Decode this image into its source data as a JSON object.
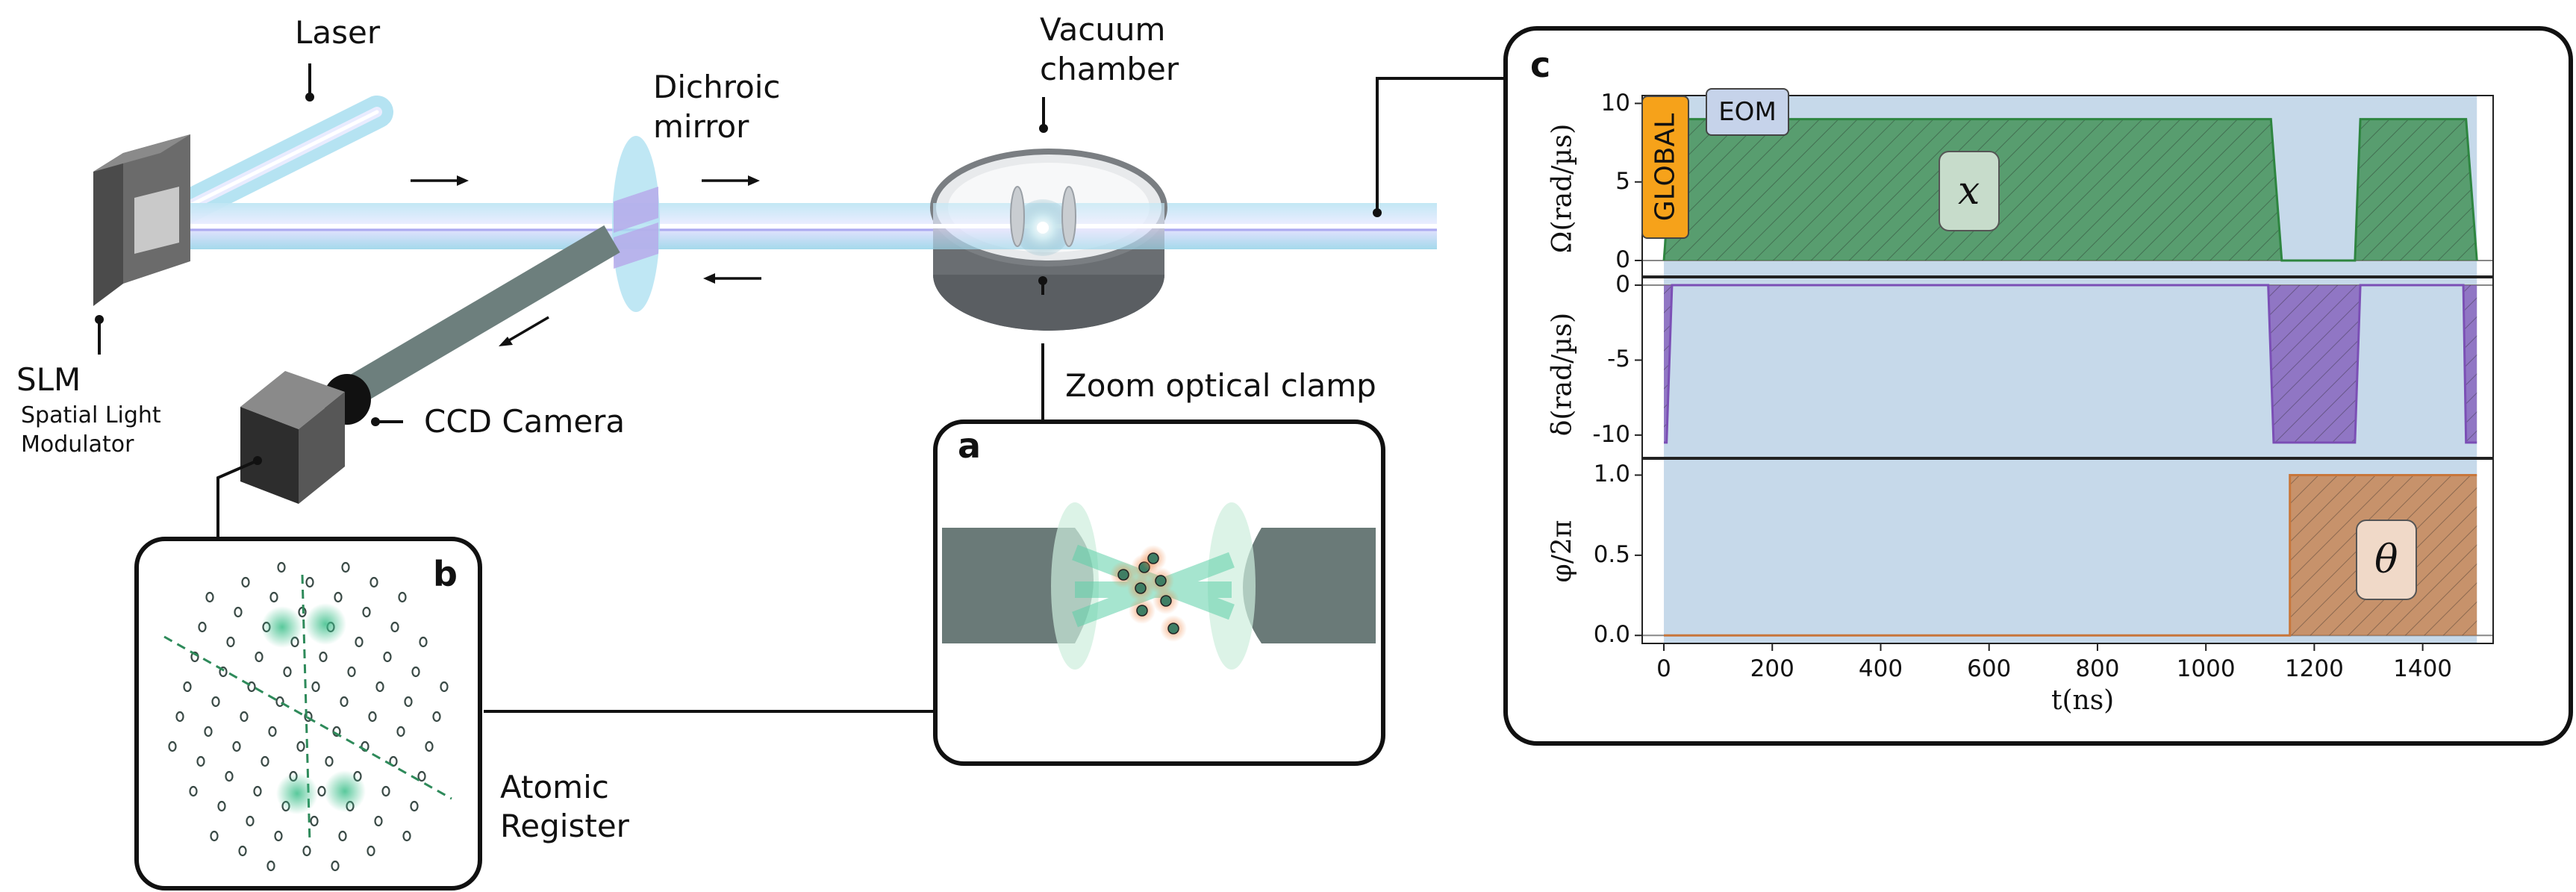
{
  "labels": {
    "laser": "Laser",
    "dichroic": [
      "Dichroic",
      "mirror"
    ],
    "vacuum": [
      "Vacuum",
      "chamber"
    ],
    "slm": "SLM",
    "slm_full": [
      "Spatial Light",
      "Modulator"
    ],
    "ccd": "CCD Camera",
    "zoom": "Zoom optical clamp",
    "atomic": [
      "Atomic",
      "Register"
    ]
  },
  "panels": {
    "a": "a",
    "b": "b",
    "c": "c"
  },
  "chart_data": {
    "type": "area",
    "channel": "GLOBAL",
    "modulation": "EOM",
    "xlabel": "t(ns)",
    "xlim": [
      -40,
      1530
    ],
    "xticks": [
      0,
      200,
      400,
      600,
      800,
      1000,
      1200,
      1400
    ],
    "subplots": [
      {
        "name": "omega",
        "ylabel": "Ω(rad/µs)",
        "ylim": [
          -1,
          10.5
        ],
        "yticks": [
          0,
          5,
          10
        ],
        "color": "#2e8540",
        "x": [
          0,
          20,
          1120,
          1140,
          1275,
          1285,
          1480,
          1500
        ],
        "y": [
          0,
          9,
          9,
          0,
          0,
          9,
          9,
          0
        ],
        "symbol": "x",
        "symbol_x": 560,
        "symbol_y": 4.5
      },
      {
        "name": "delta",
        "ylabel": "δ(rad/µs)",
        "ylim": [
          -11.5,
          0.5
        ],
        "yticks": [
          0,
          -5,
          -10
        ],
        "color": "#7b4fb5",
        "x": [
          0,
          5,
          15,
          1115,
          1125,
          1275,
          1285,
          1475,
          1480,
          1500
        ],
        "y": [
          -10.5,
          -10.5,
          0,
          0,
          -10.5,
          -10.5,
          0,
          0,
          -10.5,
          -10.5
        ]
      },
      {
        "name": "phase",
        "ylabel": "φ/2π",
        "ylim": [
          -0.05,
          1.1
        ],
        "yticks": [
          0.0,
          0.5,
          1.0
        ],
        "color": "#c8763a",
        "x": [
          0,
          1155,
          1155,
          1500
        ],
        "y": [
          0,
          0,
          1.0,
          1.0
        ],
        "symbol": "θ",
        "symbol_x": 1330,
        "symbol_y": 0.48
      }
    ]
  },
  "colors": {
    "beam": "#a9d8ec",
    "panel_bg": "#c6d9ea",
    "global_badge": "#f6a21a",
    "eom_badge": "#c6d3ea",
    "atom_green": "#3cbf8a"
  }
}
